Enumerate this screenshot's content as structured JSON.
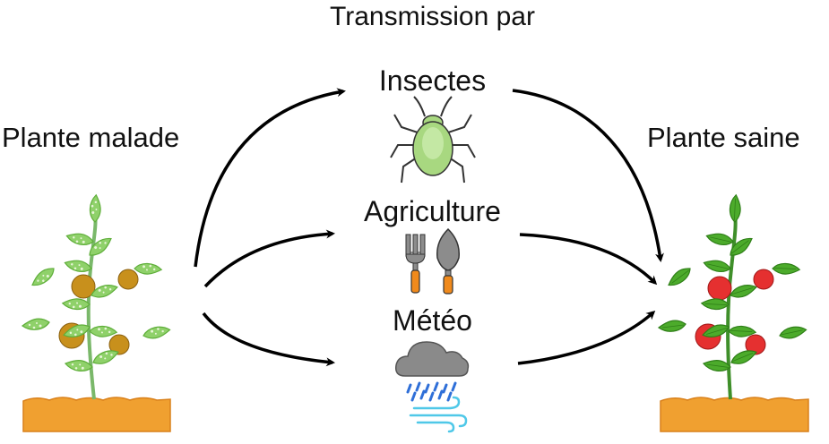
{
  "diagram": {
    "title": "Transmission par",
    "source_label": "Plante malade",
    "target_label": "Plante saine",
    "vectors": [
      {
        "label": "Insectes",
        "icon": "aphid-icon"
      },
      {
        "label": "Agriculture",
        "icon": "garden-tools-icon"
      },
      {
        "label": "Météo",
        "icon": "rain-wind-icon"
      }
    ]
  },
  "colors": {
    "soil": "#f0a030",
    "soil_dark": "#d9801a",
    "leaf_sick": "#8fd16a",
    "leaf_healthy": "#4cab2b",
    "fruit_sick": "#c8901c",
    "fruit_healthy": "#e53030",
    "aphid": "#a8d880",
    "cloud": "#8a8a8a",
    "rain": "#2f6fd8",
    "wind": "#4fc8e8",
    "tool_handle": "#f08a1c",
    "tool_metal": "#8c8c8c"
  }
}
